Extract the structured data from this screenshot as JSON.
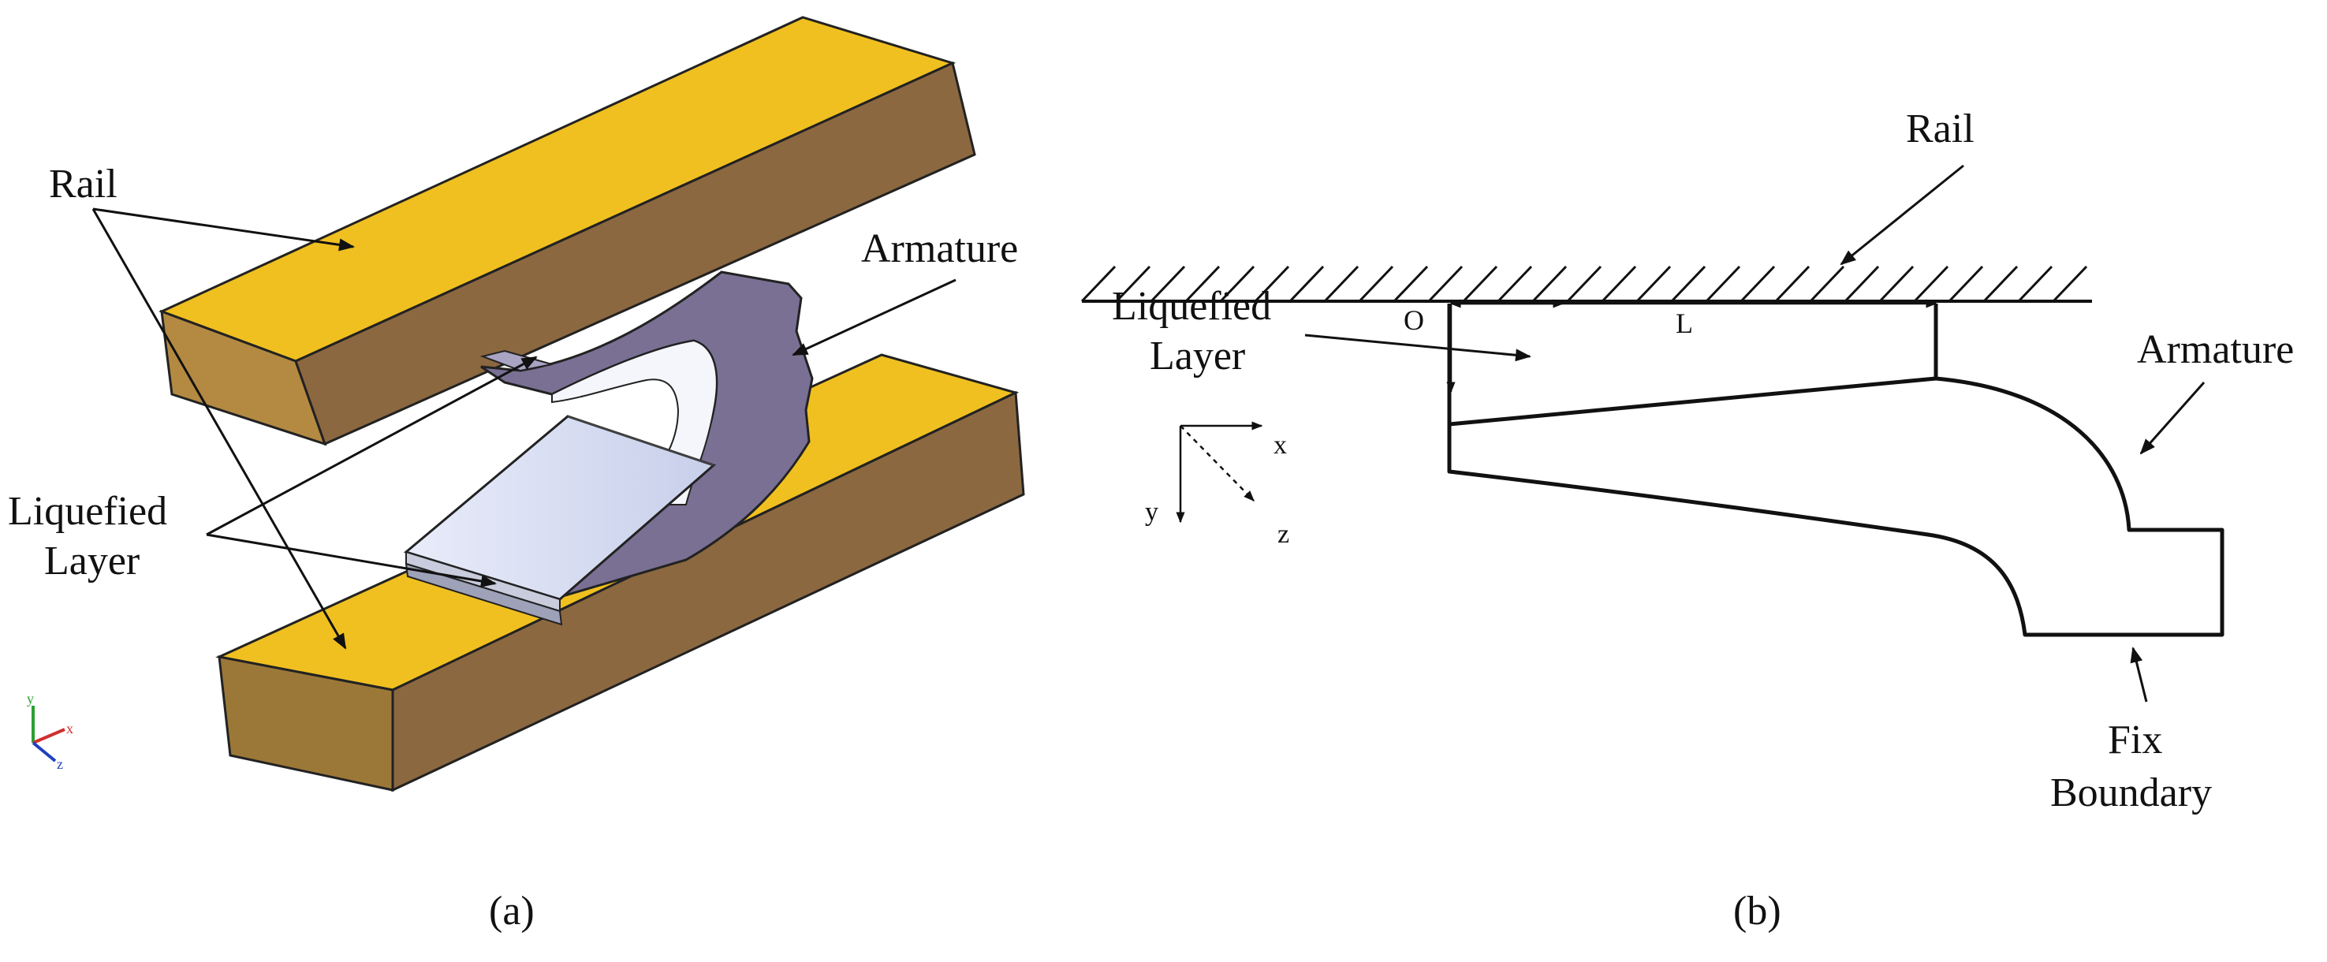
{
  "panel_a": {
    "rail_label": "Rail",
    "armature_label": "Armature",
    "liquefied_line1": "Liquefied",
    "liquefied_line2": "Layer",
    "caption": "(a)",
    "colors": {
      "rail_top": "#F0C020",
      "rail_side": "#8C6840",
      "armature": "#7A7094",
      "layer": "#DCE2F6"
    },
    "triad": {
      "x": "x",
      "y": "y",
      "z": "z"
    }
  },
  "panel_b": {
    "rail_label": "Rail",
    "liquefied_line1": "Liquefied",
    "liquefied_line2": "Layer",
    "armature_label": "Armature",
    "fix_line1": "Fix",
    "fix_line2": "Boundary",
    "origin_label": "O",
    "length_label": "L",
    "axis_x": "x",
    "axis_y": "y",
    "axis_z": "z",
    "caption": "(b)"
  }
}
